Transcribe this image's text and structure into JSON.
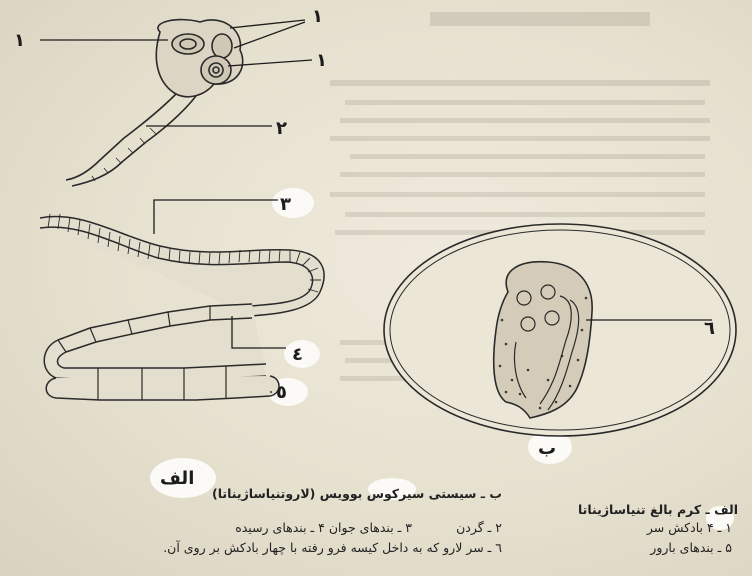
{
  "labels": {
    "one_top": "١",
    "one_left": "١",
    "one_mid": "١",
    "two": "٢",
    "three": "٣",
    "four": "٤",
    "five": "٥",
    "six": "٦",
    "alef": "الف",
    "be": "ب"
  },
  "captions": {
    "right_title": "الف ـ کرم بالغ تنیاساژیناتا",
    "right_l1": "١ ـ ۴ بادکش سر",
    "right_l2": "۵ ـ بندهای بارور",
    "mid_title": "ب ـ سیستی سیرکوس بوویس (لاروتنیاساژیناتا)",
    "mid_l1a": "٢ ـ گردن",
    "mid_l1b": "٣ ـ بندهای جوان ۴ ـ بندهای رسیده",
    "mid_l2": "٦ ـ سر لارو که به داخل کیسه فرو رفته با چهار بادکش بر روی آن."
  }
}
